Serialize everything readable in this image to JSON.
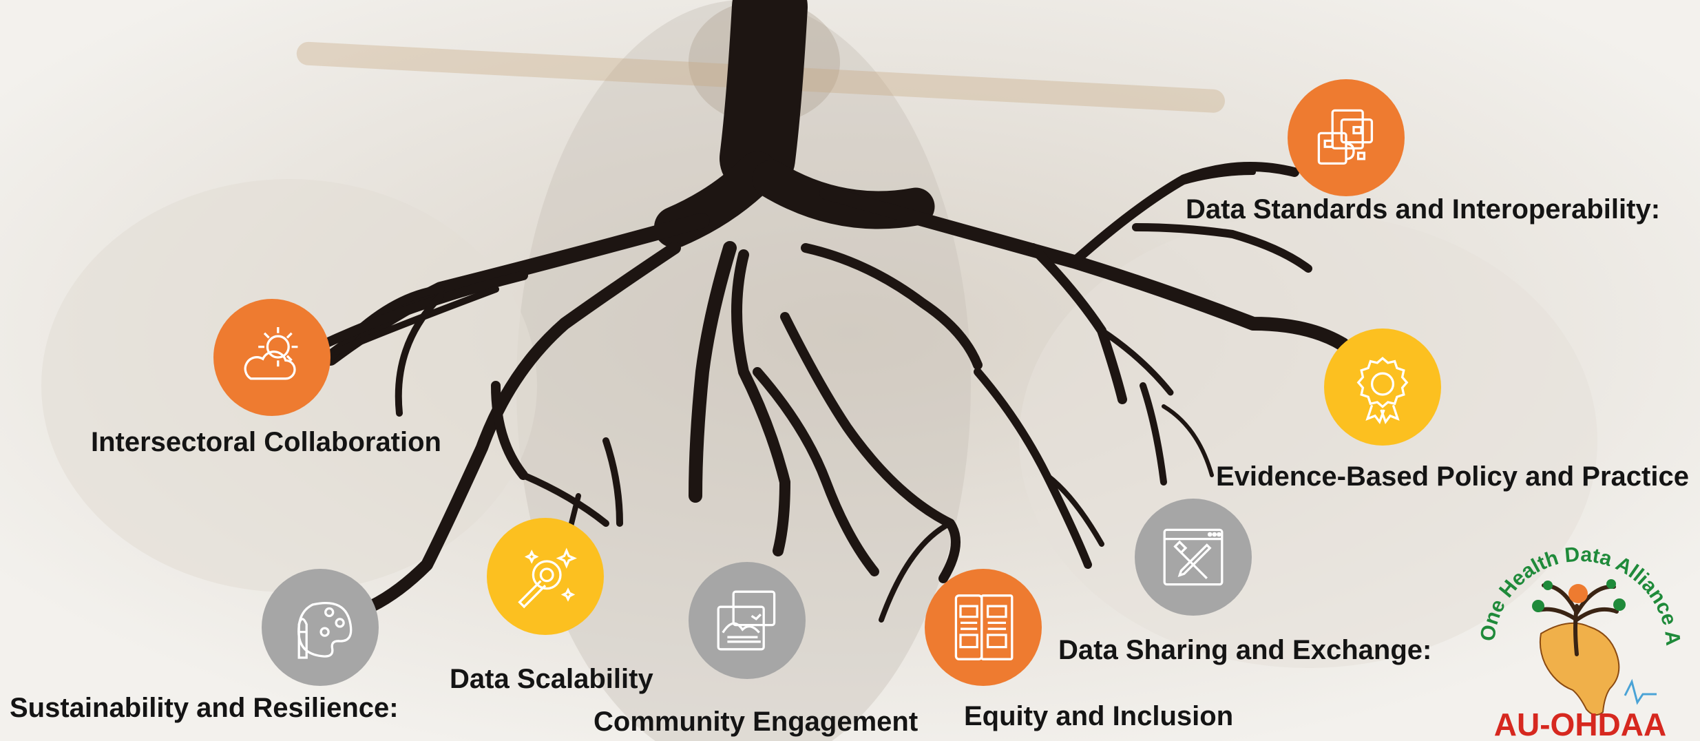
{
  "colors": {
    "orange": "#ee7b30",
    "yellow": "#fcc020",
    "gray": "#a6a6a6",
    "root": "#1d1512",
    "logo_green": "#1f8a3a",
    "logo_red": "#d6281f",
    "africa": "#f0b04a"
  },
  "nodes": [
    {
      "id": "data-standards",
      "label": "Data Standards and Interoperability:",
      "color": "orange",
      "icon": "documents-icon"
    },
    {
      "id": "evidence-based",
      "label": "Evidence-Based Policy and Practice",
      "color": "yellow",
      "icon": "award-badge-icon"
    },
    {
      "id": "intersectoral",
      "label": "Intersectoral Collaboration",
      "color": "orange",
      "icon": "weather-sun-cloud-icon"
    },
    {
      "id": "data-sharing",
      "label": "Data Sharing and Exchange:",
      "color": "gray",
      "icon": "tools-window-icon"
    },
    {
      "id": "equity",
      "label": "Equity and Inclusion",
      "color": "orange",
      "icon": "mobile-layout-icon"
    },
    {
      "id": "community",
      "label": "Community Engagement",
      "color": "gray",
      "icon": "picture-frames-icon"
    },
    {
      "id": "scalability",
      "label": "Data Scalability",
      "color": "yellow",
      "icon": "magic-wand-icon"
    },
    {
      "id": "sustainability",
      "label": "Sustainability and Resilience:",
      "color": "gray",
      "icon": "paint-palette-icon"
    }
  ],
  "logo": {
    "arc_text": "One Health Data Alliance Africa",
    "name": "AU-OHDAA"
  }
}
